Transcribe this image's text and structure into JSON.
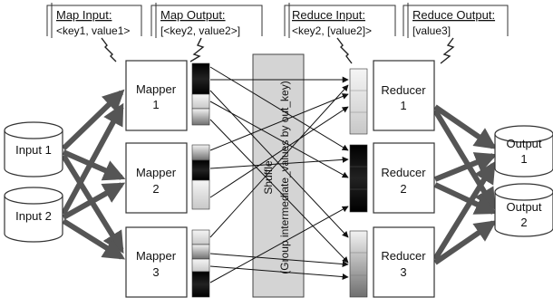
{
  "callouts": [
    {
      "title": "Map Input:",
      "text": "<key1, value1>"
    },
    {
      "title": "Map Output:",
      "text": "[<key2, value2>]"
    },
    {
      "title": "Reduce Input:",
      "text": "<key2, [value2]>"
    },
    {
      "title": "Reduce Output:",
      "text": "[value3]"
    }
  ],
  "inputs": [
    {
      "line1": "Input 1"
    },
    {
      "line1": "Input 2"
    }
  ],
  "mappers": [
    {
      "line1": "Mapper",
      "line2": "1"
    },
    {
      "line1": "Mapper",
      "line2": "2"
    },
    {
      "line1": "Mapper",
      "line2": "3"
    }
  ],
  "shuffle": {
    "line1": "Shuffle",
    "line2": "(Group intermediate_values by out_key)"
  },
  "reducers": [
    {
      "line1": "Reducer",
      "line2": "1"
    },
    {
      "line1": "Reducer",
      "line2": "2"
    },
    {
      "line1": "Reducer",
      "line2": "3"
    }
  ],
  "outputs": [
    {
      "line1": "Output",
      "line2": "1"
    },
    {
      "line1": "Output",
      "line2": "2"
    }
  ],
  "colors": {
    "stroke": "#333333",
    "thick_arrow": "#555555",
    "shuffle_fill": "#d4d4d4"
  }
}
